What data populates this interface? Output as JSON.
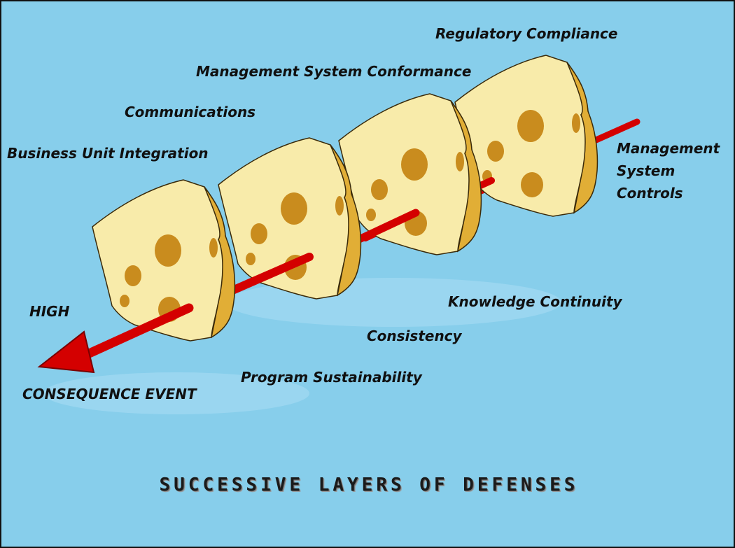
{
  "diagram": {
    "labels": {
      "regulatory_compliance": "Regulatory Compliance",
      "management_system_conformance": "Management System Conformance",
      "communications": "Communications",
      "business_unit_integration": "Business Unit Integration",
      "management_system_controls": [
        "Management",
        "System",
        "Controls"
      ],
      "high": "HIGH",
      "consequence_event": "CONSEQUENCE EVENT",
      "program_sustainability": "Program Sustainability",
      "consistency": "Consistency",
      "knowledge_continuity": "Knowledge Continuity"
    },
    "footer_title": "SUCCESSIVE LAYERS OF DEFENSES",
    "layer_count": 4,
    "colors": {
      "background": "#87CEEB",
      "cheese_face": "#F8EBAA",
      "cheese_side": "#E1AE36",
      "cheese_hole": "#C98C1E",
      "arrow": "#D40000",
      "arrow_shadow": "#7A0000"
    }
  }
}
